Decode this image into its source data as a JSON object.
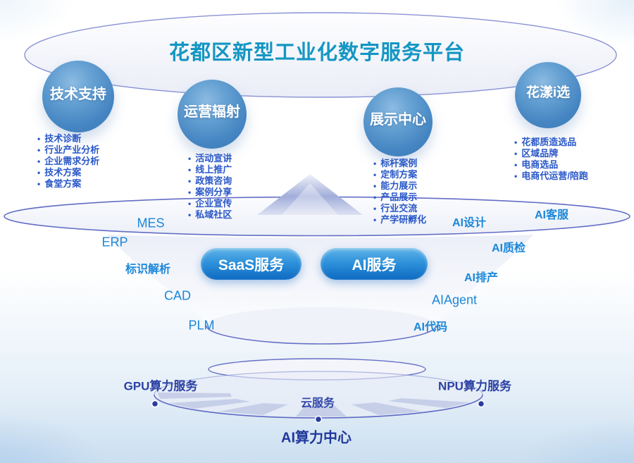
{
  "title": "花都区新型工业化数字服务平台",
  "pillars": [
    {
      "name": "技术支持",
      "items": [
        "技术诊断",
        "行业产业分析",
        "企业需求分析",
        "技术方案",
        "食堂方案"
      ]
    },
    {
      "name": "运营辐射",
      "items": [
        "活动宣讲",
        "线上推广",
        "政策咨询",
        "案例分享",
        "企业宣传",
        "私域社区"
      ]
    },
    {
      "name": "展示中心",
      "items": [
        "标杆案例",
        "定制方案",
        "能力展示",
        "产品展示",
        "行业交流",
        "产学研孵化"
      ]
    },
    {
      "name": "花漾i选",
      "items": [
        "花都质造选品",
        "区域品牌",
        "电商选品",
        "电商代运营/陪跑"
      ]
    }
  ],
  "service_layer": {
    "saas_button": "SaaS服务",
    "ai_button": "AI服务",
    "saas_tags": [
      "MES",
      "ERP",
      "标识解析",
      "CAD",
      "PLM"
    ],
    "ai_tags": [
      "AI设计",
      "AI客服",
      "AI质检",
      "AI排产",
      "AIAgent",
      "AI代码"
    ]
  },
  "compute_layer": {
    "gpu": "GPU算力服务",
    "npu": "NPU算力服务",
    "cloud": "云服务",
    "center": "AI算力中心"
  },
  "colors": {
    "title": "#1496C3",
    "bullet_text": "#2A58C8",
    "tag_text": "#1A87D9",
    "circle_blue": "#4585C2",
    "pill_blue": "#0E6AC2",
    "outline_purple": "#5F6AC4",
    "compute_text": "#2C41A4"
  }
}
